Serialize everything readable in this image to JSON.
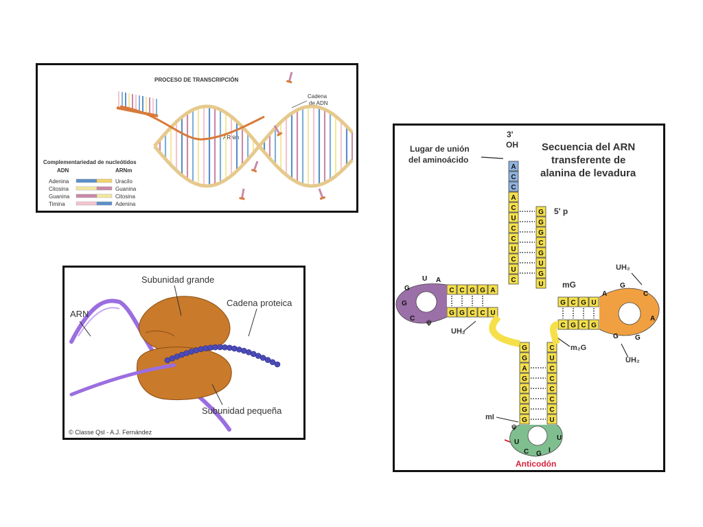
{
  "transcription": {
    "title": "PROCESO DE TRANSCRIPCIÓN",
    "dna_label_1": "Cadena",
    "dna_label_2": "de ADN",
    "mrna_label": "ARNm",
    "complementarity_title": "Complementariedad de nucleótidos",
    "col_dna": "ADN",
    "col_mrna": "ARNm",
    "rows": [
      {
        "dna": "Adenina",
        "mrna": "Uracilo",
        "dna_color": "#5b8fc9",
        "mrna_color": "#f3d36b"
      },
      {
        "dna": "Citosina",
        "mrna": "Guanina",
        "dna_color": "#f3e8a0",
        "mrna_color": "#c98aa8"
      },
      {
        "dna": "Guanina",
        "mrna": "Citosina",
        "dna_color": "#c98aa8",
        "mrna_color": "#f3e8a0"
      },
      {
        "dna": "Timina",
        "mrna": "Adenina",
        "dna_color": "#f2c5cf",
        "mrna_color": "#5b8fc9"
      }
    ]
  },
  "ribosome": {
    "large_subunit": "Subunidad grande",
    "protein_chain": "Cadena proteica",
    "rna": "ARN",
    "small_subunit": "Subunidad pequeña",
    "credit": "© Classe Qsl - A.J. Fernández"
  },
  "trna": {
    "title_1": "Secuencia del ARN",
    "title_2": "transferente de",
    "title_3": "alanina de levadura",
    "three_prime": "3'",
    "oh": "OH",
    "binding_site_1": "Lugar de unión",
    "binding_site_2": "del aminoácido",
    "five_prime": "5' p",
    "uh2": "UH₂",
    "mg": "mG",
    "m2g": "m₂G",
    "mi": "mI",
    "anticodon": "Anticodón",
    "colors": {
      "stem": "#f5e04a",
      "acceptor_tip": "#8fb3e0",
      "d_loop": "#9b6fa8",
      "t_loop": "#f0a040",
      "anticodon_loop": "#7fbf8f",
      "anticodon_mark": "#d6223a"
    },
    "acceptor_5prime": [
      "G",
      "G",
      "G",
      "C",
      "G",
      "U",
      "G",
      "U"
    ],
    "acceptor_3prime": [
      "A",
      "C",
      "C",
      "A",
      "C",
      "U",
      "C",
      "C",
      "U",
      "C",
      "U",
      "C"
    ],
    "d_stem_top": [
      "C",
      "C",
      "G",
      "G",
      "A"
    ],
    "d_stem_bottom": [
      "G",
      "G",
      "C",
      "C",
      "U"
    ],
    "d_loop_bases": [
      "A",
      "U",
      "G",
      "G",
      "C",
      "ψ"
    ],
    "t_stem_top": [
      "G",
      "C",
      "G",
      "U"
    ],
    "t_stem_bottom": [
      "C",
      "G",
      "C",
      "G"
    ],
    "t_loop_bases": [
      "A",
      "G",
      "C",
      "A",
      "G",
      "G"
    ],
    "anticodon_stem_left": [
      "G",
      "G",
      "A",
      "G",
      "G",
      "G",
      "G",
      "G"
    ],
    "anticodon_stem_right": [
      "C",
      "U",
      "C",
      "C",
      "C",
      "C",
      "C",
      "U"
    ],
    "anticodon_loop_bases": [
      "ψ",
      "U",
      "C",
      "G",
      "I",
      "U"
    ]
  }
}
